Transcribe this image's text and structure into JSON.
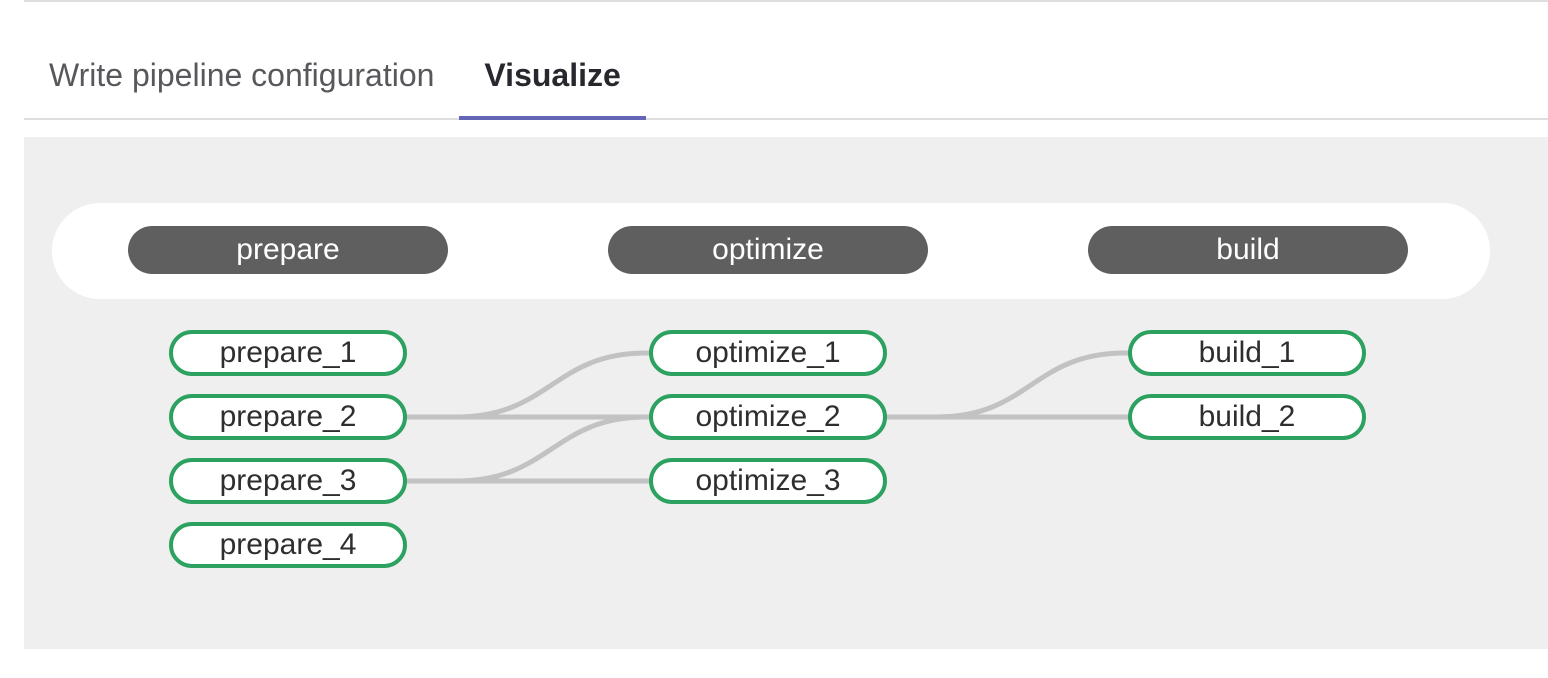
{
  "tabs": [
    {
      "label": "Write pipeline configuration",
      "active": false
    },
    {
      "label": "Visualize",
      "active": true
    }
  ],
  "colors": {
    "divider": "#dedede",
    "tab_active_underline": "#6365b5",
    "tab_active_text": "#28272d",
    "tab_inactive_text": "#58575c",
    "canvas_background": "#efefef",
    "stage_pill_background": "#5f5f5f",
    "stage_pill_text": "#ffffff",
    "job_pill_border": "#2da160",
    "job_pill_background": "#ffffff",
    "job_pill_text": "#2e2e2e",
    "edge_line": "#c2c2c2"
  },
  "pipeline": {
    "stages": [
      {
        "name": "prepare",
        "jobs": [
          "prepare_1",
          "prepare_2",
          "prepare_3",
          "prepare_4"
        ]
      },
      {
        "name": "optimize",
        "jobs": [
          "optimize_1",
          "optimize_2",
          "optimize_3"
        ]
      },
      {
        "name": "build",
        "jobs": [
          "build_1",
          "build_2"
        ]
      }
    ],
    "edges": [
      {
        "from": "prepare_2",
        "to": "optimize_1"
      },
      {
        "from": "prepare_2",
        "to": "optimize_2"
      },
      {
        "from": "prepare_3",
        "to": "optimize_2"
      },
      {
        "from": "prepare_3",
        "to": "optimize_3"
      },
      {
        "from": "optimize_2",
        "to": "build_1"
      },
      {
        "from": "optimize_2",
        "to": "build_2"
      }
    ]
  }
}
